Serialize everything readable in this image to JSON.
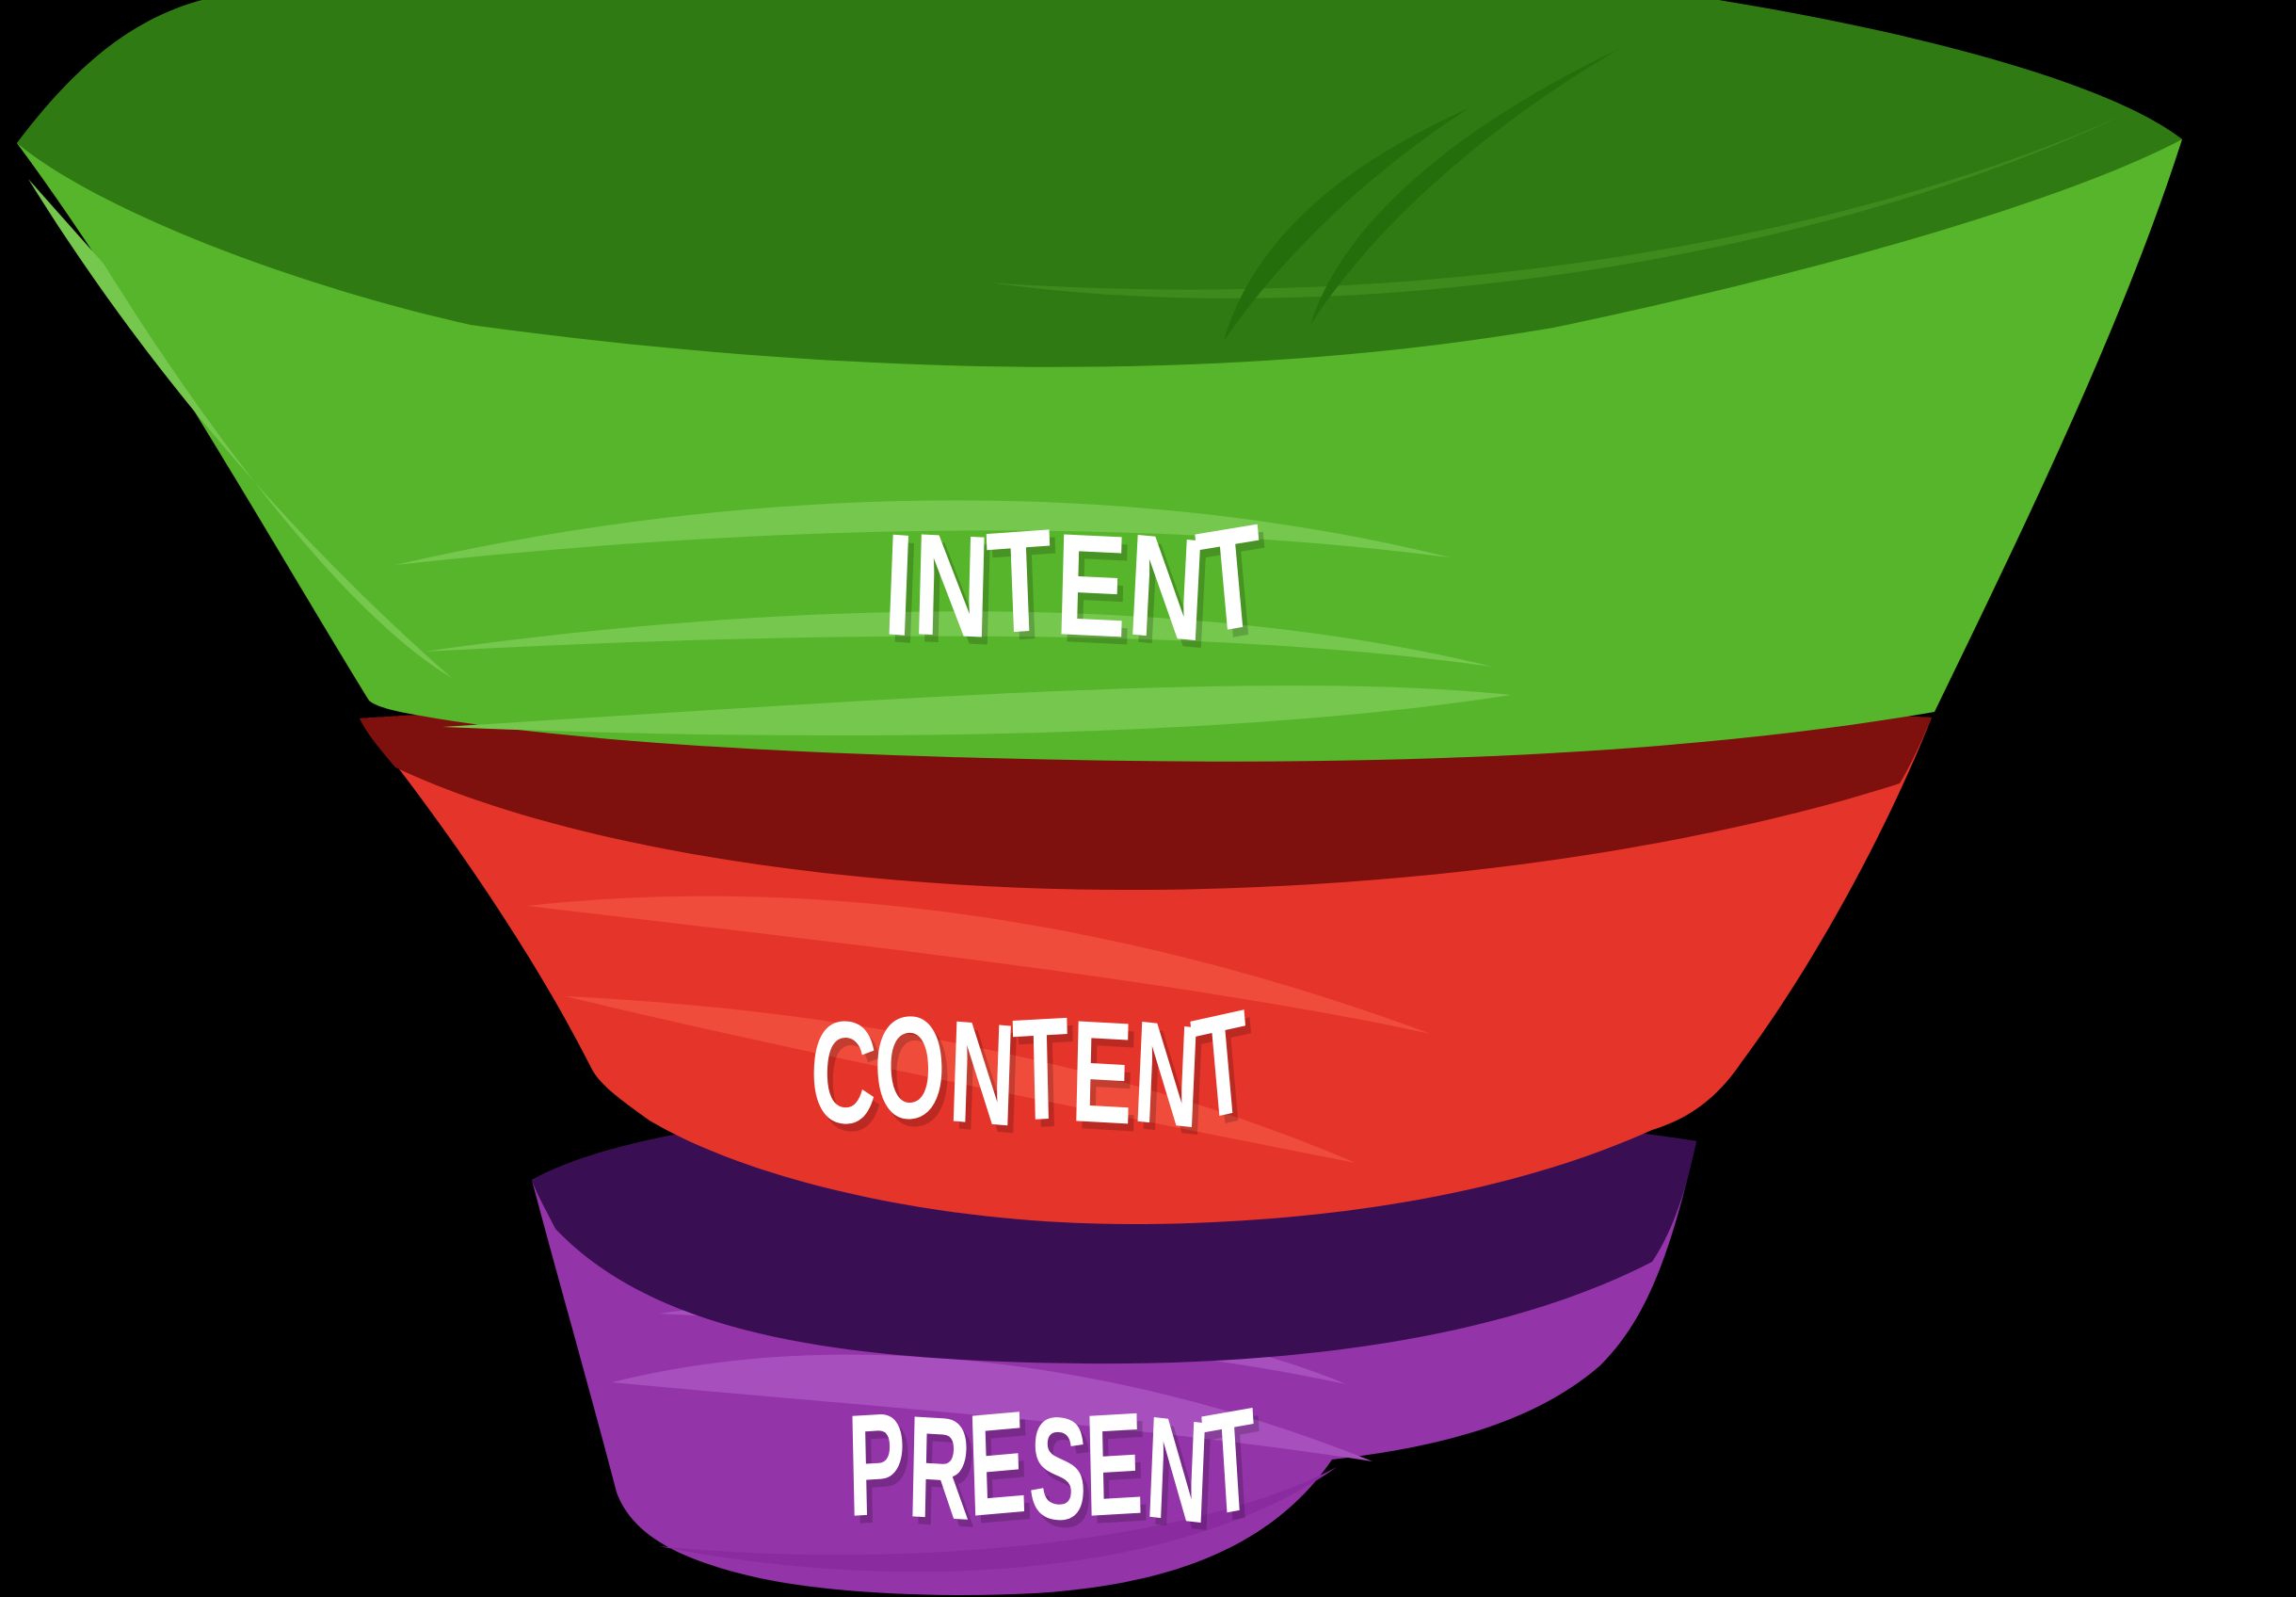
{
  "diagram": {
    "type": "funnel",
    "description": "3-tier marketing funnel, widest green bowl at top narrowing to purple base",
    "background": "#000000",
    "label_color": "#FFFFFF",
    "tiers": [
      {
        "label": "INTENT",
        "side": "#57B52B",
        "side_highlight": "#76C74E",
        "top": "#2F7A13",
        "top_shadow": "#256E0C",
        "top_highlight": "#3E8A1D"
      },
      {
        "label": "CONTENT",
        "side": "#E5342A",
        "side_highlight": "#EF4C3C",
        "top": "#7E100D"
      },
      {
        "label": "PRESENT",
        "side": "#9334A8",
        "side_highlight": "#A750BD",
        "side_shadow": "#8A2CA0",
        "top": "#390E52"
      }
    ]
  }
}
